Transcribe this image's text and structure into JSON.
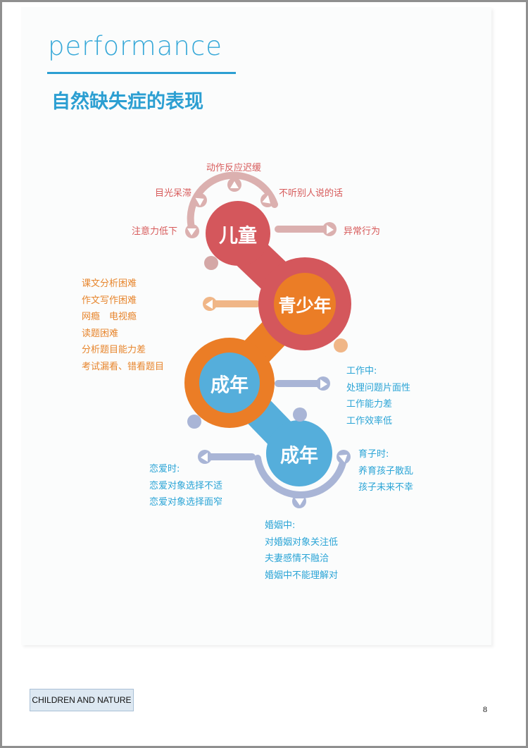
{
  "header": {
    "english_title": "performance",
    "chinese_title": "自然缺失症的表现"
  },
  "stages": {
    "childhood": "儿童",
    "teen": "青少年",
    "adult1": "成年",
    "adult2": "成年"
  },
  "childhood_symptoms": {
    "top": "动作反应迟缓",
    "left_upper": "目光呆滞",
    "right_upper": "不听别人说的话",
    "left": "注意力低下",
    "right": "异常行为"
  },
  "teen_symptoms": [
    "课文分析困难",
    "作文写作困难",
    "网瘾　电视瘾",
    "读题困难",
    "分析题目能力差",
    "考试漏看、错看题目"
  ],
  "work_symptoms": [
    "工作中:",
    "处理问题片面性",
    "工作能力差",
    "工作效率低"
  ],
  "parenting_symptoms": [
    "育子时:",
    "养育孩子散乱",
    "孩子未来不幸"
  ],
  "love_symptoms": [
    "恋爱时:",
    "恋爱对象选择不适",
    "恋爱对象选择面窄"
  ],
  "marriage_symptoms": [
    "婚姻中:",
    "对婚姻对象关注低",
    "夫妻感情不融洽",
    "婚姻中不能理解对"
  ],
  "colors": {
    "red": "#d4575c",
    "orange": "#eb7d26",
    "blue": "#55aedb",
    "pink_gray": "#dbb0af",
    "lavender": "#a9b5d6",
    "peach": "#f0b687",
    "title_blue": "#2c9fd2"
  },
  "footer": {
    "badge": "CHILDREN AND NATURE",
    "page_number": "8"
  }
}
